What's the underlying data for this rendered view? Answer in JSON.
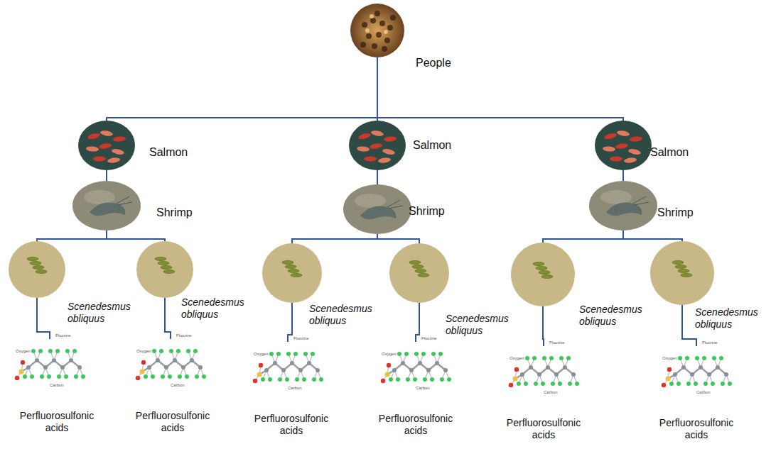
{
  "diagram": {
    "nodes": [
      {
        "text": [
          "People"
        ]
      },
      {
        "text": [
          "Salmon"
        ]
      },
      {
        "text": [
          "Salmon"
        ]
      },
      {
        "text": [
          "Salmon"
        ]
      },
      {
        "text": [
          "Shrimp"
        ]
      },
      {
        "text": [
          "Shrimp"
        ]
      },
      {
        "text": [
          "Shrimp"
        ]
      },
      {
        "text": [
          "Scenedesmus obliquus"
        ]
      },
      {
        "text": [
          "Scenedesmus obliquus"
        ]
      },
      {
        "text": [
          "Scenedesmus obliquus"
        ]
      },
      {
        "text": [
          "Scenedesmus obliquus"
        ]
      },
      {
        "text": [
          "Scenedesmus obliquus"
        ]
      },
      {
        "text": [
          "Scenedesmus obliquus"
        ]
      },
      {
        "text": [
          "Perfluorosulfonic acids"
        ]
      },
      {
        "text": [
          "Perfluorosulfonic acids"
        ]
      },
      {
        "text": [
          "Perfluorosulfonic acids"
        ]
      },
      {
        "text": [
          "Perfluorosulfonic acids"
        ]
      },
      {
        "text": [
          "Perfluorosulfonic acids"
        ]
      },
      {
        "text": [
          "Perfluorosulfonic acids"
        ]
      }
    ],
    "edges": [
      {
        "from": 0,
        "to": 1,
        "arrow": "none"
      },
      {
        "from": 0,
        "to": 2,
        "arrow": "none"
      },
      {
        "from": 0,
        "to": 3,
        "arrow": "none"
      },
      {
        "from": 1,
        "to": 4,
        "arrow": "none"
      },
      {
        "from": 2,
        "to": 5,
        "arrow": "none"
      },
      {
        "from": 3,
        "to": 6,
        "arrow": "none"
      },
      {
        "from": 4,
        "to": 7,
        "arrow": "none"
      },
      {
        "from": 4,
        "to": 8,
        "arrow": "none"
      },
      {
        "from": 5,
        "to": 9,
        "arrow": "none"
      },
      {
        "from": 5,
        "to": 10,
        "arrow": "none"
      },
      {
        "from": 6,
        "to": 11,
        "arrow": "none"
      },
      {
        "from": 6,
        "to": 12,
        "arrow": "none"
      },
      {
        "from": 7,
        "to": 13,
        "arrow": "none"
      },
      {
        "from": 8,
        "to": 14,
        "arrow": "none"
      },
      {
        "from": 9,
        "to": 15,
        "arrow": "none"
      },
      {
        "from": 10,
        "to": 16,
        "arrow": "none"
      },
      {
        "from": 11,
        "to": 17,
        "arrow": "none"
      },
      {
        "from": 12,
        "to": 18,
        "arrow": "none"
      }
    ],
    "labels": [
      "Oxygen",
      "Fluorine",
      "Carbon",
      "Oxygen",
      "Fluorine",
      "Carbon",
      "Oxygen",
      "Fluorine",
      "Carbon",
      "Oxygen",
      "Fluorine",
      "Carbon",
      "Oxygen",
      "Fluorine",
      "Carbon",
      "Oxygen",
      "Fluorine",
      "Carbon"
    ]
  }
}
